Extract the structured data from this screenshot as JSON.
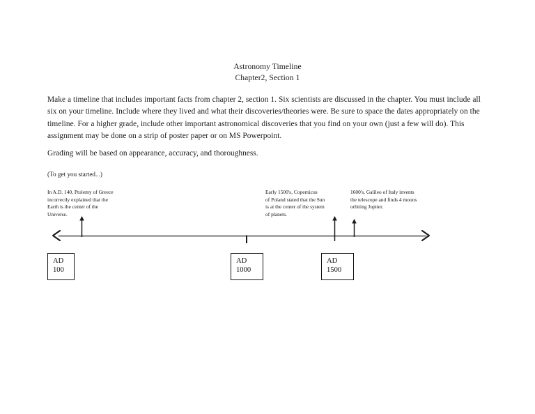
{
  "document": {
    "title": "Astronomy Timeline",
    "subtitle": "Chapter2, Section 1",
    "instructions": "Make a timeline that includes important facts from chapter 2, section 1.  Six scientists are discussed in the chapter.  You must include all six on your timeline.  Include where they lived and what their discoveries/theories were.  Be sure to space the dates appropriately on the timeline.  For a higher grade, include other important astronomical discoveries that you find on your own (just a few will do).  This assignment may be done on a strip of poster paper or on MS Powerpoint.",
    "grading": "Grading will be based on appearance, accuracy, and thoroughness.",
    "started_note": "(To get you started...)"
  },
  "timeline": {
    "annotations": [
      {
        "id": "ptolemy",
        "lines": [
          "In A.D. 140, Ptolemy of Greece",
          "incorrectly explained that the",
          "Earth is the center of the",
          "Universe."
        ]
      },
      {
        "id": "copernicus",
        "lines": [
          "Early 1500's, Copernicus",
          "of Poland stated that the Sun",
          "is at the center of the system",
          "of planets."
        ]
      },
      {
        "id": "galileo",
        "lines": [
          "1600's, Galileo of Italy invents",
          "the telescope and finds 4 moons",
          "orbiting Jupiter."
        ]
      }
    ],
    "date_boxes": [
      {
        "era": "AD",
        "year": "100"
      },
      {
        "era": "AD",
        "year": "1000"
      },
      {
        "era": "AD",
        "year": "1500"
      }
    ],
    "axis_color": "#a8a8a8",
    "marker_color": "#111111"
  }
}
